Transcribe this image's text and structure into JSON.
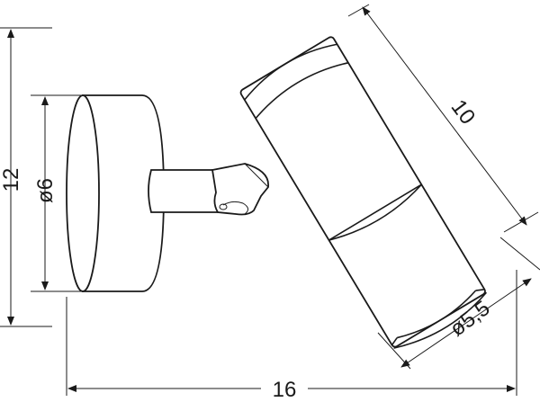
{
  "dimensions": {
    "height_total": "12",
    "base_diameter": "ø6",
    "shade_length": "10",
    "shade_diameter": "ø5,5",
    "total_width": "16"
  },
  "colors": {
    "line": "#1a1a1a",
    "background": "#ffffff"
  }
}
